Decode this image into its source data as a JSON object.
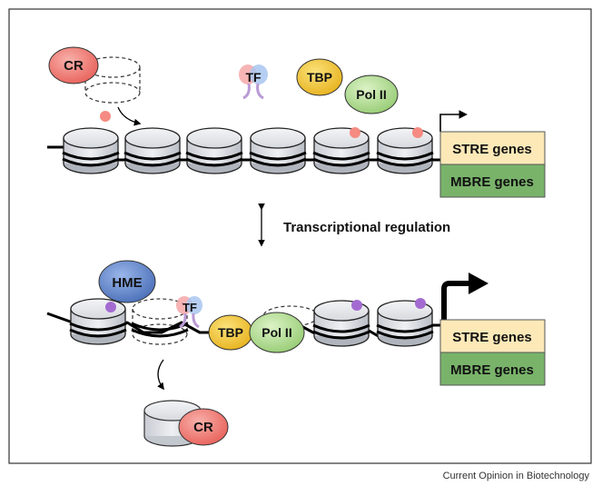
{
  "labels": {
    "cr": "CR",
    "tf": "TF",
    "tbp": "TBP",
    "pol2": "Pol II",
    "hme": "HME",
    "stre_genes": "STRE genes",
    "mbre_genes": "MBRE genes",
    "regulation": "Transcriptional regulation"
  },
  "credit": "Current Opinion in Biotechnology",
  "colors": {
    "cr_fill": "#f08080",
    "tbp_fill": "#f5c542",
    "pol2_fill": "#bfe39f",
    "hme_fill": "#6a8fd0",
    "stre_fill": "#fde9b8",
    "mbre_fill": "#79b36a",
    "pink_mark": "#f58b82",
    "purple_mark": "#a36bd1"
  }
}
